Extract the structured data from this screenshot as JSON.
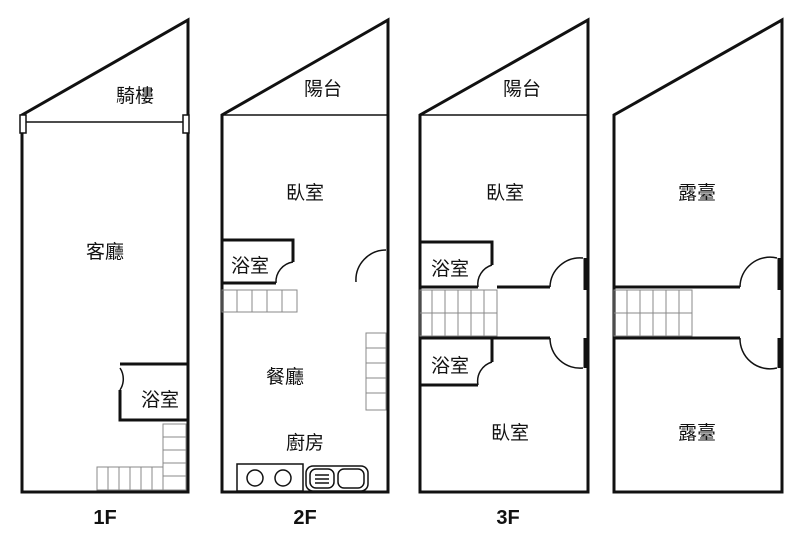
{
  "floors": [
    {
      "level": "1F",
      "rooms": [
        "騎樓",
        "客廳",
        "浴室"
      ]
    },
    {
      "level": "2F",
      "rooms": [
        "陽台",
        "臥室",
        "浴室",
        "餐廳",
        "廚房"
      ]
    },
    {
      "level": "3F",
      "rooms": [
        "陽台",
        "臥室",
        "浴室",
        "浴室",
        "臥室"
      ]
    },
    {
      "level": "",
      "rooms": [
        "露臺",
        "露臺"
      ]
    }
  ]
}
